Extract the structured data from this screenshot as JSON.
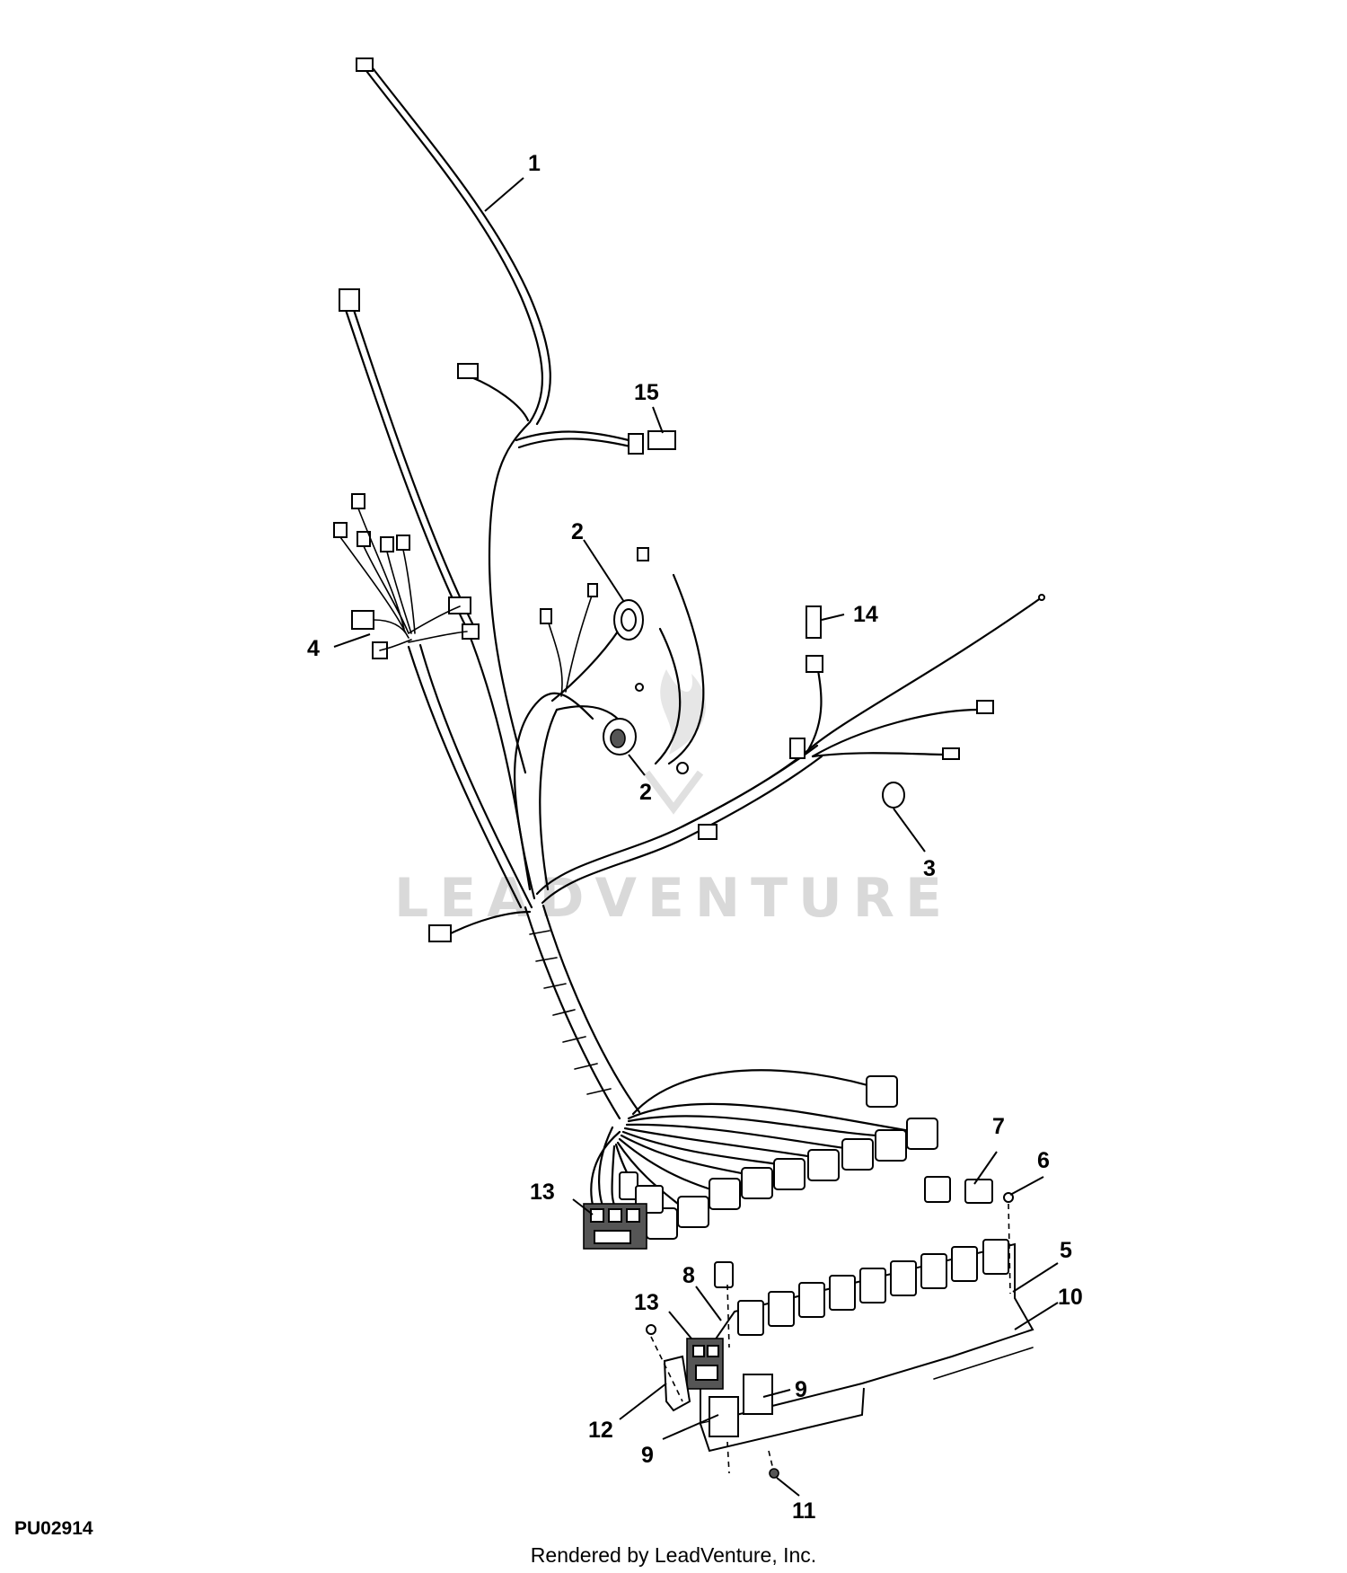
{
  "diagram_code": "PU02914",
  "credit": "Rendered by LeadVenture, Inc.",
  "watermark": "LEADVENTURE",
  "callouts": {
    "c1": "1",
    "c2a": "2",
    "c2b": "2",
    "c3": "3",
    "c4": "4",
    "c5": "5",
    "c6": "6",
    "c7": "7",
    "c8": "8",
    "c9a": "9",
    "c9b": "9",
    "c10": "10",
    "c11": "11",
    "c12": "12",
    "c13a": "13",
    "c13b": "13",
    "c14": "14",
    "c15": "15"
  }
}
